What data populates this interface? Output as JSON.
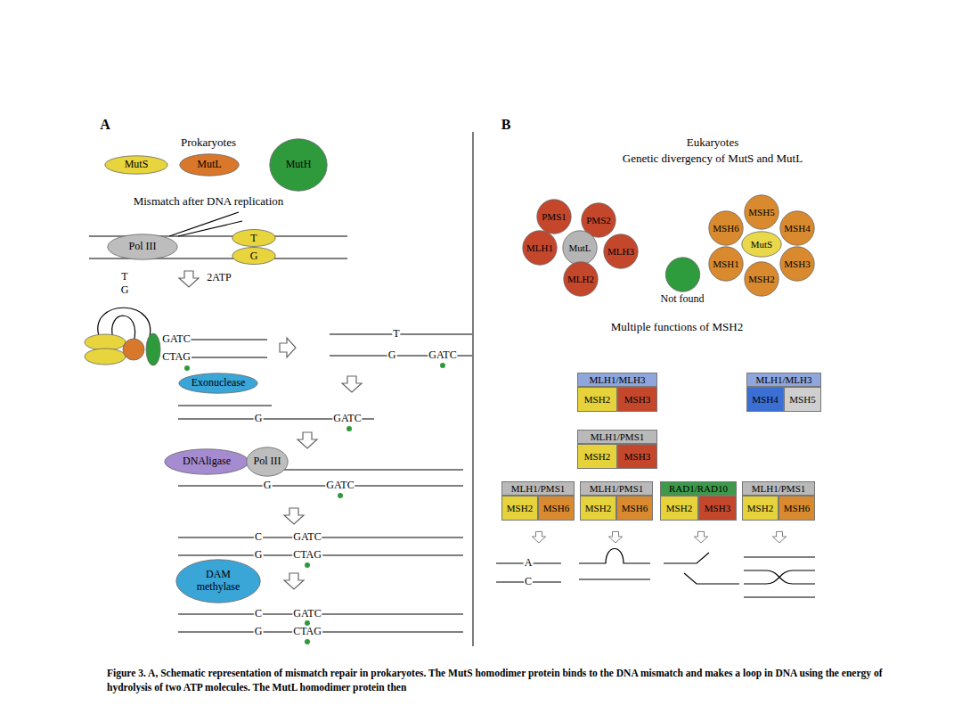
{
  "diagram": {
    "caption": "Figure 3. A, Schematic representation of mismatch repair in prokaryotes. The MutS homodimer protein binds to the DNA mismatch and makes a loop in DNA using the energy of hydrolysis of two ATP molecules. The MutL homodimer protein then",
    "nodes": [
      {
        "text": [
          "MutS"
        ]
      },
      {
        "text": [
          "MutL"
        ]
      },
      {
        "text": [
          "MutH"
        ]
      },
      {
        "text": [
          "Pol III"
        ]
      },
      {
        "text": [
          "T",
          "G"
        ]
      },
      {
        "text": [
          "Exonuclease"
        ]
      },
      {
        "text": [
          "DNAligase"
        ]
      },
      {
        "text": [
          "Pol III"
        ]
      },
      {
        "text": [
          "DAM methylase"
        ]
      },
      {
        "text": [
          "PMS1"
        ]
      },
      {
        "text": [
          "PMS2"
        ]
      },
      {
        "text": [
          "MLH1"
        ]
      },
      {
        "text": [
          "MutL"
        ]
      },
      {
        "text": [
          "MLH3"
        ]
      },
      {
        "text": [
          "MLH2"
        ]
      },
      {
        "text": [
          "Not found"
        ]
      },
      {
        "text": [
          "MSH5"
        ]
      },
      {
        "text": [
          "MSH6"
        ]
      },
      {
        "text": [
          "MutS"
        ]
      },
      {
        "text": [
          "MSH4"
        ]
      },
      {
        "text": [
          "MSH1"
        ]
      },
      {
        "text": [
          "MSH3"
        ]
      },
      {
        "text": [
          "MSH2"
        ]
      },
      {
        "text": [
          "MLH1/MLH3"
        ]
      },
      {
        "text": [
          "MSH2"
        ]
      },
      {
        "text": [
          "MSH3"
        ]
      },
      {
        "text": [
          "MLH1/MLH3"
        ]
      },
      {
        "text": [
          "MSH4"
        ]
      },
      {
        "text": [
          "MSH5"
        ]
      },
      {
        "text": [
          "MLH1/PMS1"
        ]
      },
      {
        "text": [
          "MSH2"
        ]
      },
      {
        "text": [
          "MSH3"
        ]
      },
      {
        "text": [
          "MLH1/PMS1"
        ]
      },
      {
        "text": [
          "MSH2"
        ]
      },
      {
        "text": [
          "MSH6"
        ]
      },
      {
        "text": [
          "MLH1/PMS1"
        ]
      },
      {
        "text": [
          "MSH2"
        ]
      },
      {
        "text": [
          "MSH6"
        ]
      },
      {
        "text": [
          "RAD1/RAD10"
        ]
      },
      {
        "text": [
          "MSH2"
        ]
      },
      {
        "text": [
          "MSH3"
        ]
      },
      {
        "text": [
          "MLH1/PMS1"
        ]
      },
      {
        "text": [
          "MSH2"
        ]
      },
      {
        "text": [
          "MSH6"
        ]
      }
    ],
    "labels": [
      "A",
      "Prokaryotes",
      "Mismatch after DNA replication",
      "2ATP",
      "T",
      "G",
      "GATC",
      "CTAG",
      "T",
      "G",
      "GATC",
      "G",
      "GATC",
      "G",
      "GATC",
      "C",
      "GATC",
      "G",
      "CTAG",
      "C",
      "GATC",
      "G",
      "CTAG",
      "B",
      "Eukaryotes",
      "Genetic divergency of MutS and MutL",
      "Multiple functions of MSH2",
      "A",
      "C"
    ]
  }
}
